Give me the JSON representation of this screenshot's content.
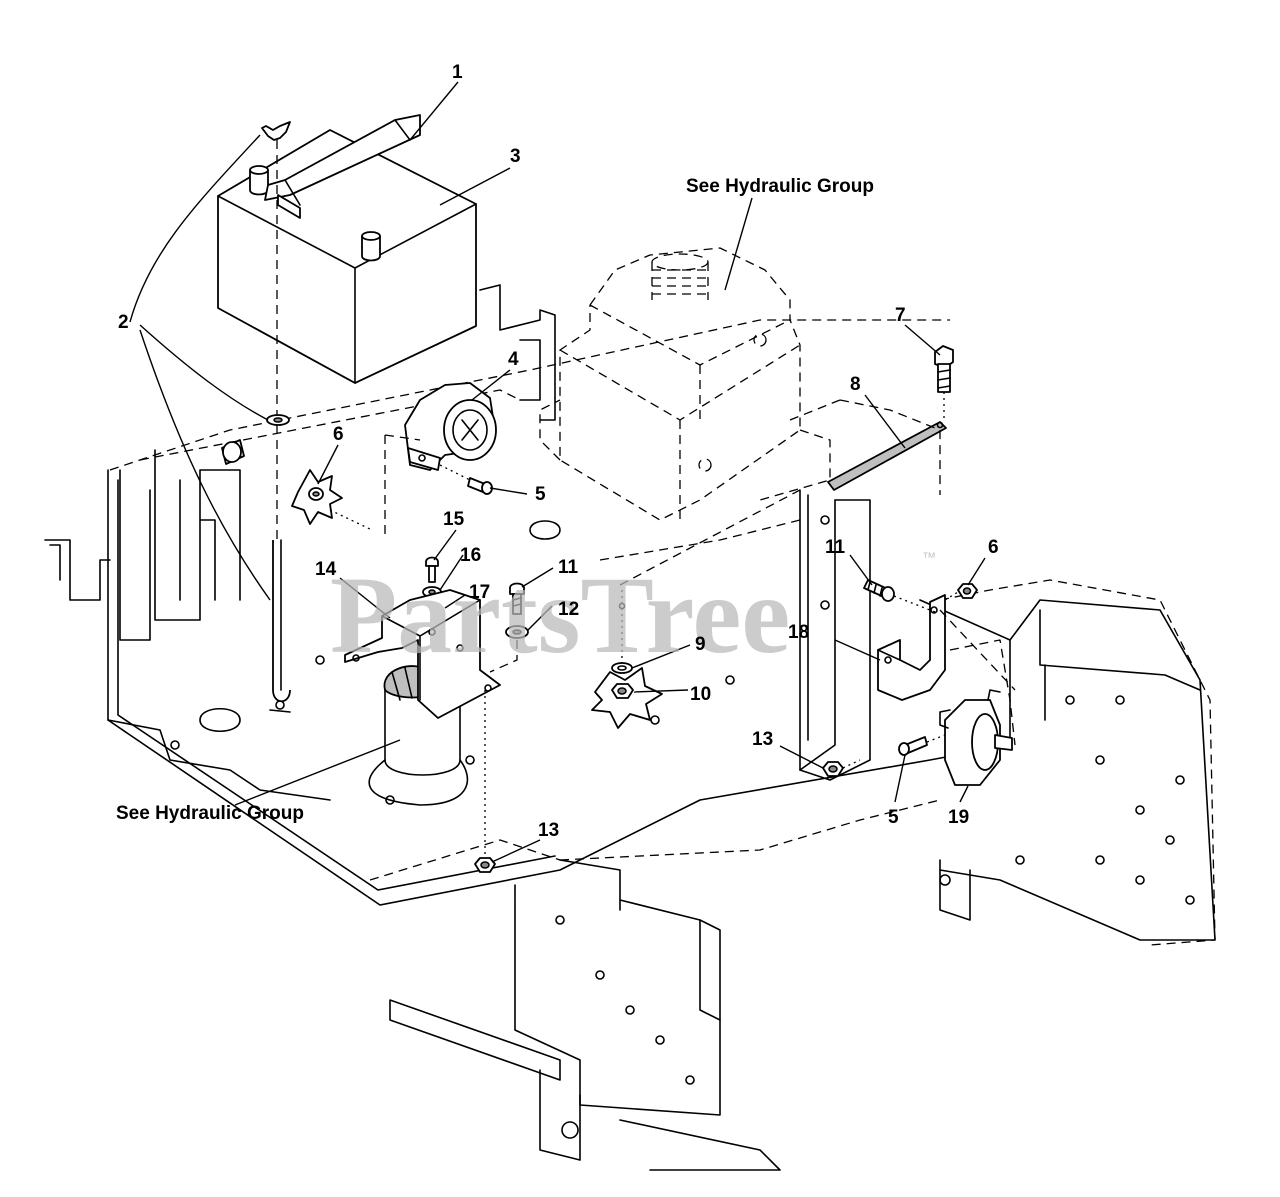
{
  "callouts": [
    {
      "id": "c1",
      "label": "1"
    },
    {
      "id": "c2",
      "label": "2"
    },
    {
      "id": "c3",
      "label": "3"
    },
    {
      "id": "c4",
      "label": "4"
    },
    {
      "id": "c5a",
      "label": "5"
    },
    {
      "id": "c5b",
      "label": "5"
    },
    {
      "id": "c6a",
      "label": "6"
    },
    {
      "id": "c6b",
      "label": "6"
    },
    {
      "id": "c7",
      "label": "7"
    },
    {
      "id": "c8",
      "label": "8"
    },
    {
      "id": "c9",
      "label": "9"
    },
    {
      "id": "c10",
      "label": "10"
    },
    {
      "id": "c11a",
      "label": "11"
    },
    {
      "id": "c11b",
      "label": "11"
    },
    {
      "id": "c12",
      "label": "12"
    },
    {
      "id": "c13a",
      "label": "13"
    },
    {
      "id": "c13b",
      "label": "13"
    },
    {
      "id": "c14",
      "label": "14"
    },
    {
      "id": "c15",
      "label": "15"
    },
    {
      "id": "c16",
      "label": "16"
    },
    {
      "id": "c17",
      "label": "17"
    },
    {
      "id": "c18",
      "label": "18"
    },
    {
      "id": "c19",
      "label": "19"
    }
  ],
  "notes": {
    "hydraulic_top": "See Hydraulic Group",
    "hydraulic_bottom": "See Hydraulic Group"
  },
  "watermark": {
    "text": "PartsTree",
    "trademark": "™",
    "color": "#b9b9b9"
  }
}
